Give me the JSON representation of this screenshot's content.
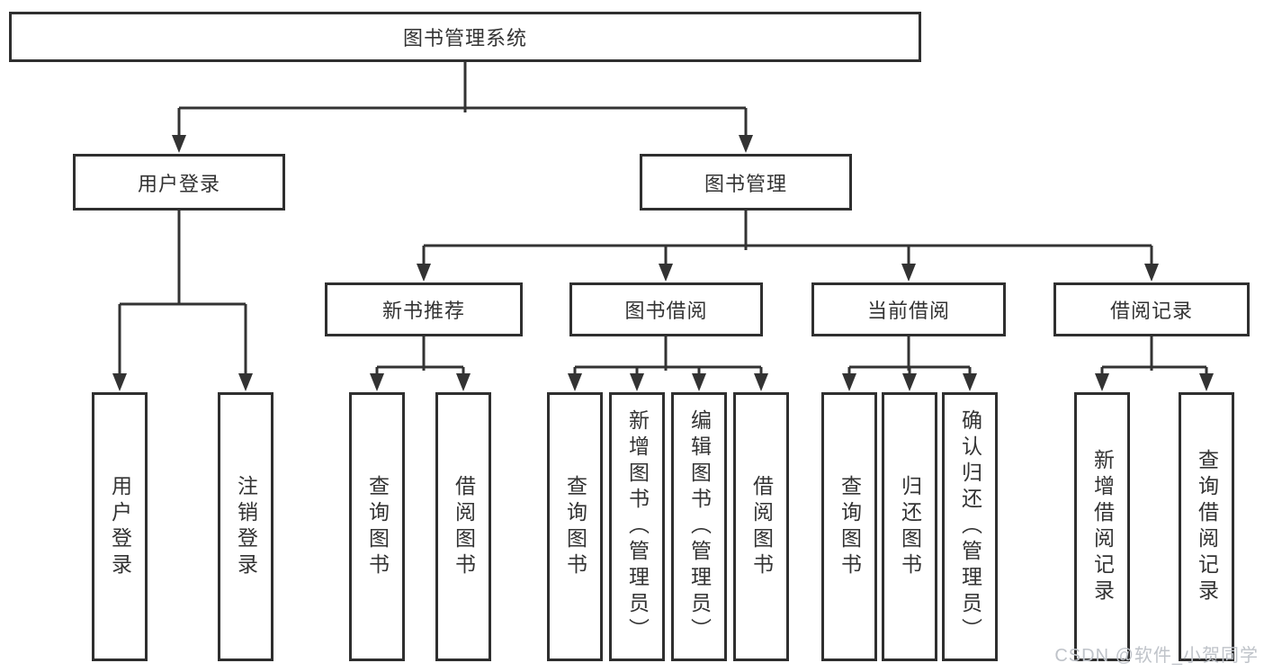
{
  "tree": {
    "label": "图书管理系统",
    "children": [
      {
        "label": "用户登录",
        "children": [
          {
            "label": "用户登录"
          },
          {
            "label": "注销登录"
          }
        ]
      },
      {
        "label": "图书管理",
        "children": [
          {
            "label": "新书推荐",
            "children": [
              {
                "label": "查询图书"
              },
              {
                "label": "借阅图书"
              }
            ]
          },
          {
            "label": "图书借阅",
            "children": [
              {
                "label": "查询图书"
              },
              {
                "label": "新增图书（管理员）"
              },
              {
                "label": "编辑图书（管理员）"
              },
              {
                "label": "借阅图书"
              }
            ]
          },
          {
            "label": "当前借阅",
            "children": [
              {
                "label": "查询图书"
              },
              {
                "label": "归还图书"
              },
              {
                "label": "确认归还（管理员）"
              }
            ]
          },
          {
            "label": "借阅记录",
            "children": [
              {
                "label": "新增借阅记录"
              },
              {
                "label": "查询借阅记录"
              }
            ]
          }
        ]
      }
    ]
  },
  "watermark": {
    "text": "CSDN @软件_小贺同学"
  },
  "colors": {
    "line": "#333333",
    "box_border": "#2f2f2f",
    "text": "#333333",
    "watermark": "#bfc3c9",
    "background": "#ffffff"
  }
}
